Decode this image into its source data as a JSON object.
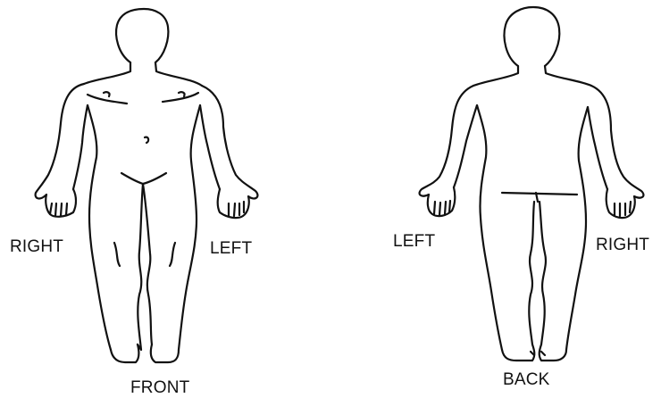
{
  "front_view": {
    "side_right_label": "RIGHT",
    "side_left_label": "LEFT",
    "view_label": "FRONT"
  },
  "back_view": {
    "side_left_label": "LEFT",
    "side_right_label": "RIGHT",
    "view_label": "BACK"
  },
  "colors": {
    "line": "#111111",
    "background": "#ffffff"
  }
}
